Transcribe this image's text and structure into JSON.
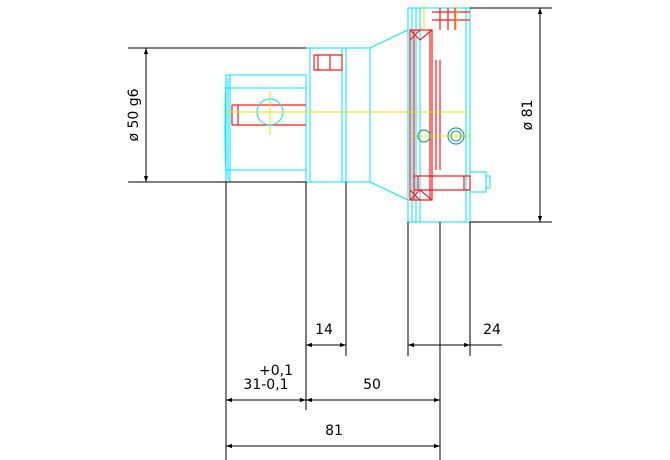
{
  "drawing": {
    "colors": {
      "outline": "#00e5ff",
      "section": "#ff1a1a",
      "dimension": "#000000",
      "centerline": "#e6e600",
      "hidden": "#2a9d8f",
      "background": "#ffffff"
    },
    "dimensions": {
      "shank_diameter": "ø 50 g6",
      "flange_diameter": "ø 81",
      "pilot_length": "14",
      "flange_width": "24",
      "shank_length_upper_tol": "+0,1",
      "shank_length_lower": "31-0,1",
      "middle_length": "50",
      "overall_length": "81"
    }
  }
}
